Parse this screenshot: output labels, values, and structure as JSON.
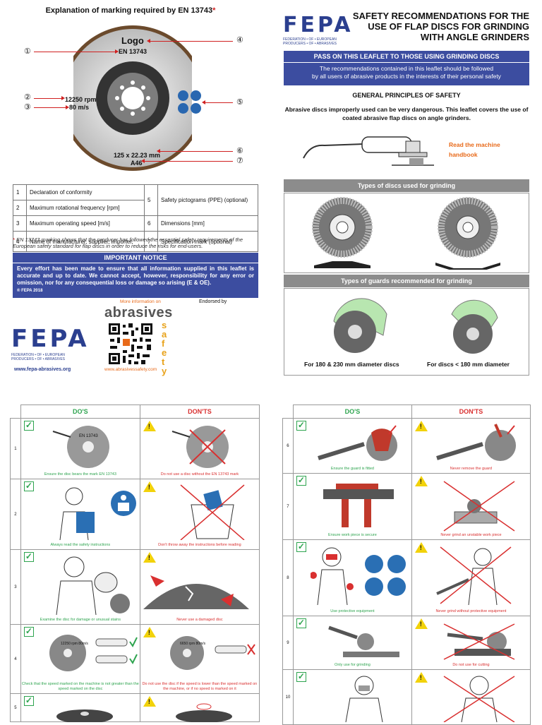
{
  "marking": {
    "title": "Explanation of marking required by EN 13743",
    "title_star": "*",
    "logo_text": "Logo",
    "en_text": "EN 13743",
    "rpm": "12250 rpm",
    "speed": "80 m/s",
    "dimensions": "125 x 22.23 mm",
    "spec": "A46",
    "callouts": [
      "①",
      "②",
      "③",
      "④",
      "⑤",
      "⑥",
      "⑦"
    ],
    "table": [
      {
        "n": "1",
        "text": "Declaration of conformity",
        "n2": "5",
        "text2": "Safety pictograms (PPE) (optional)"
      },
      {
        "n": "2",
        "text": "Maximum rotational frequency [rpm]",
        "n2": "6",
        "text2": "Dimensions [mm]"
      },
      {
        "n": "3",
        "text": "Maximum operating speed [m/s]",
        "n2": "",
        "text2": ""
      },
      {
        "n": "4",
        "text": "Name of manufacturer, supplier,  importer,",
        "n2": "7",
        "text2": "Specification mark (optional)"
      }
    ],
    "footnote_star": "*",
    "footnote": " EN 13743 marking shows that the producer has followed the essential safety requirements of the European safety standard for flap discs in order to reduce the risks for end-users."
  },
  "notice": {
    "heading": "IMPORTANT NOTICE",
    "body": "Every effort has been made to ensure that all information supplied in this leaflet is accurate and up to date. We cannot accept, however, responsibility for any error or omission, nor for any consequential loss or damage so arising  (E & OE).",
    "copyright": "® FEPA 2018"
  },
  "footer_left": {
    "more_info": "More information on",
    "endorsed": "Endorsed by",
    "abrasives": "abrasives",
    "safety": "safety",
    "fepa_url": "www.fepa-abrasives.org",
    "safety_url": "www.abrasivessafety.com",
    "fepa_letters": "FEPA",
    "fepa_sub": "FEDERATION • OF • EUROPEAN PRODUCERS • OF • ABRASIVES"
  },
  "right": {
    "fepa_letters": "FEPA",
    "fepa_sub": "FEDERATION • OF • EUROPEAN PRODUCERS • OF • ABRASIVES",
    "title_l1": "SAFETY RECOMMENDATIONS FOR THE",
    "title_l2": "USE OF FLAP DISCS FOR GRINDING",
    "title_l3": "WITH ANGLE GRINDERS",
    "pass_heading": "PASS ON THIS LEAFLET TO THOSE USING GRINDING DISCS",
    "pass_l1": "The recommendations contained in this leaflet should be followed",
    "pass_l2": "by all users of abrasive products in the interests of their personal safety",
    "general_heading": "GENERAL PRINCIPLES OF SAFETY",
    "general_body": "Abrasive discs improperly used can be very dangerous. This leaflet covers the use of coated abrasive flap discs on angle grinders.",
    "handbook_l1": "Read the machine",
    "handbook_l2": "handbook",
    "discs_heading": "Types of discs used for grinding",
    "guards_heading": "Types of guards recommended for grinding",
    "guard_left": "For 180 & 230 mm diameter discs",
    "guard_right": "For discs  < 180 mm diameter"
  },
  "dos_donts": {
    "do_heading": "DO'S",
    "dont_heading": "DON'TS",
    "left_rows": [
      {
        "n": "1",
        "do": "Ensure the disc bears the mark EN 13743",
        "dont": "Do not use a disc without the EN 13743 mark",
        "disc_text": "EN 13743"
      },
      {
        "n": "2",
        "do": "Always read the safety instructions",
        "dont": "Don't throw away the instructions before reading"
      },
      {
        "n": "3",
        "do": "Examine the disc for damage or unusual stains",
        "dont": "Never use a damaged disc"
      },
      {
        "n": "4",
        "do": "Check that the speed marked on the machine is not greater than the speed marked on the disc",
        "dont": "Do not use the disc if the speed is lower than the speed marked on the machine, or if no speed is marked on it",
        "disc_do": "12250 rpm 80m/s",
        "disc_dont": "6650 rpm 80m/s"
      },
      {
        "n": "5",
        "do": "",
        "dont": ""
      }
    ],
    "right_rows": [
      {
        "n": "6",
        "do": "Ensure the guard is fitted",
        "dont": "Never remove the guard"
      },
      {
        "n": "7",
        "do": "Ensure work piece is secure",
        "dont": "Never grind an unstable work piece"
      },
      {
        "n": "8",
        "do": "Use protective equipment",
        "dont": "Never grind without protective equipment"
      },
      {
        "n": "9",
        "do": "Only use for grinding",
        "dont": "Do not use for cutting"
      },
      {
        "n": "10",
        "do": "",
        "dont": ""
      }
    ]
  },
  "colors": {
    "fepa_blue": "#2b3f8f",
    "notice_blue": "#3c4da0",
    "do_green": "#2ea44f",
    "dont_red": "#d93030",
    "orange": "#e86a1a",
    "guard_green": "#b8e6b0"
  }
}
